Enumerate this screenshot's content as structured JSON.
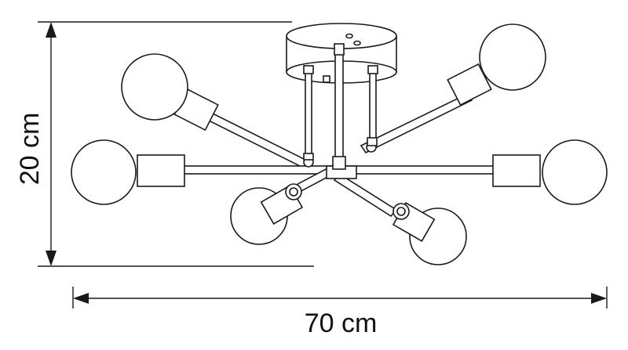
{
  "dimensions": {
    "height_label": "20 cm",
    "width_label": "70 cm"
  },
  "product": {
    "bulb_count": 6,
    "line_color": "#1a1a1a",
    "background_color": "#ffffff"
  }
}
